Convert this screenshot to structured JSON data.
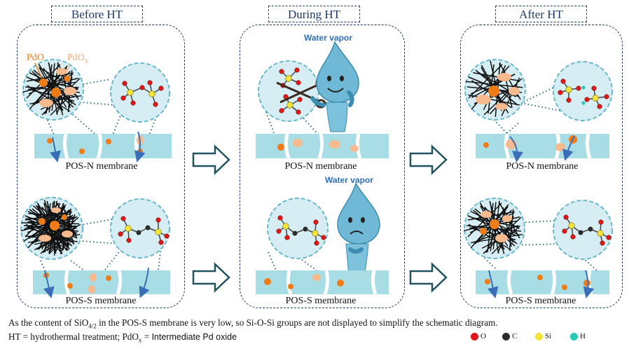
{
  "panels": {
    "before": {
      "title": "Before HT"
    },
    "during": {
      "title": "During HT"
    },
    "after": {
      "title": "After HT"
    }
  },
  "labels": {
    "pos_n": "POS-N membrane",
    "pos_s": "POS-S membrane",
    "pdo": "PdO",
    "pdox": "PdO",
    "pdox_sub": "x",
    "water_vapor": "Water vapor"
  },
  "caption": {
    "line1_a": "As the content of SiO",
    "line1_sub": "4/2",
    "line1_b": " in the POS-S membrane is very low, so Si-O-Si groups are not displayed to simplify the schematic diagram.",
    "line2_a": "HT = hydrothermal treatment; PdO",
    "line2_sub": "x",
    "line2_b": " = ",
    "line2_c": "Intermediate Pd oxide"
  },
  "legend": [
    {
      "symbol": "O",
      "color": "#e01818"
    },
    {
      "symbol": "C",
      "color": "#2b2b2b"
    },
    {
      "symbol": "Si",
      "color": "#f2e33a"
    },
    {
      "symbol": "H",
      "color": "#27c9b4"
    }
  ],
  "colors": {
    "pdo": "#f07c18",
    "pdox": "#f7b98e",
    "membrane": "#a9dde6",
    "bubble": "#d6eef3",
    "frame": "#1f3b63",
    "arrow": "#23525f"
  }
}
